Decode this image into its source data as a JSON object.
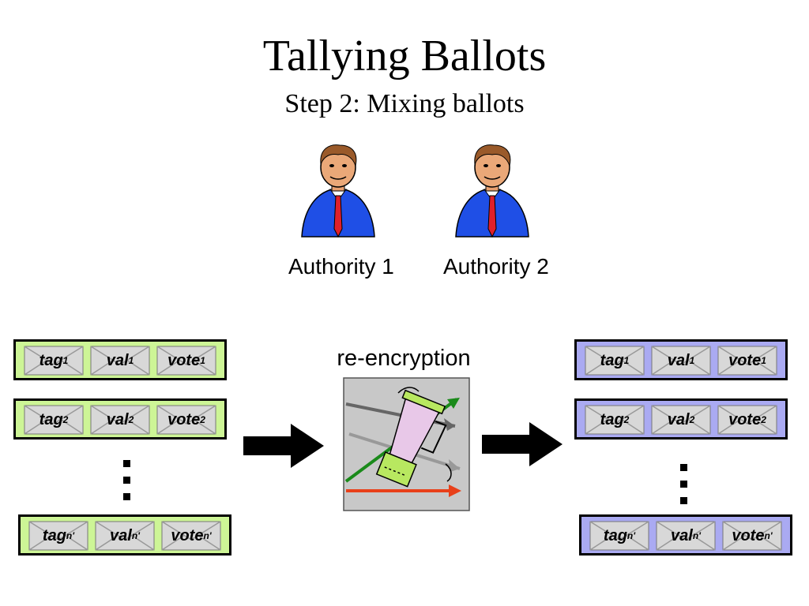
{
  "title": "Tallying Ballots",
  "subtitle": "Step 2: Mixing ballots",
  "authorities": [
    {
      "label": "Authority 1",
      "icon": "businessman-icon"
    },
    {
      "label": "Authority 2",
      "icon": "businessman-icon"
    }
  ],
  "mixer": {
    "label": "re-encryption",
    "icon": "blender-mixer-icon"
  },
  "ballots": {
    "input": [
      {
        "tag": "tag",
        "tag_sub": "1",
        "val": "val",
        "val_sub": "1",
        "vote": "vote",
        "vote_sub": "1"
      },
      {
        "tag": "tag",
        "tag_sub": "2",
        "val": "val",
        "val_sub": "2",
        "vote": "vote",
        "vote_sub": "2"
      },
      {
        "tag": "tag",
        "tag_sub": "n'",
        "val": "val",
        "val_sub": "n'",
        "vote": "vote",
        "vote_sub": "n'"
      }
    ],
    "output": [
      {
        "tag": "tag",
        "tag_sub": "1",
        "val": "val",
        "val_sub": "1",
        "vote": "vote",
        "vote_sub": "1"
      },
      {
        "tag": "tag",
        "tag_sub": "2",
        "val": "val",
        "val_sub": "2",
        "vote": "vote",
        "vote_sub": "2"
      },
      {
        "tag": "tag",
        "tag_sub": "n'",
        "val": "val",
        "val_sub": "n'",
        "vote": "vote",
        "vote_sub": "n'"
      }
    ]
  },
  "colors": {
    "input_ballot": "#cdf596",
    "output_ballot": "#aaaaf2",
    "envelope": "#d8d8d8"
  }
}
